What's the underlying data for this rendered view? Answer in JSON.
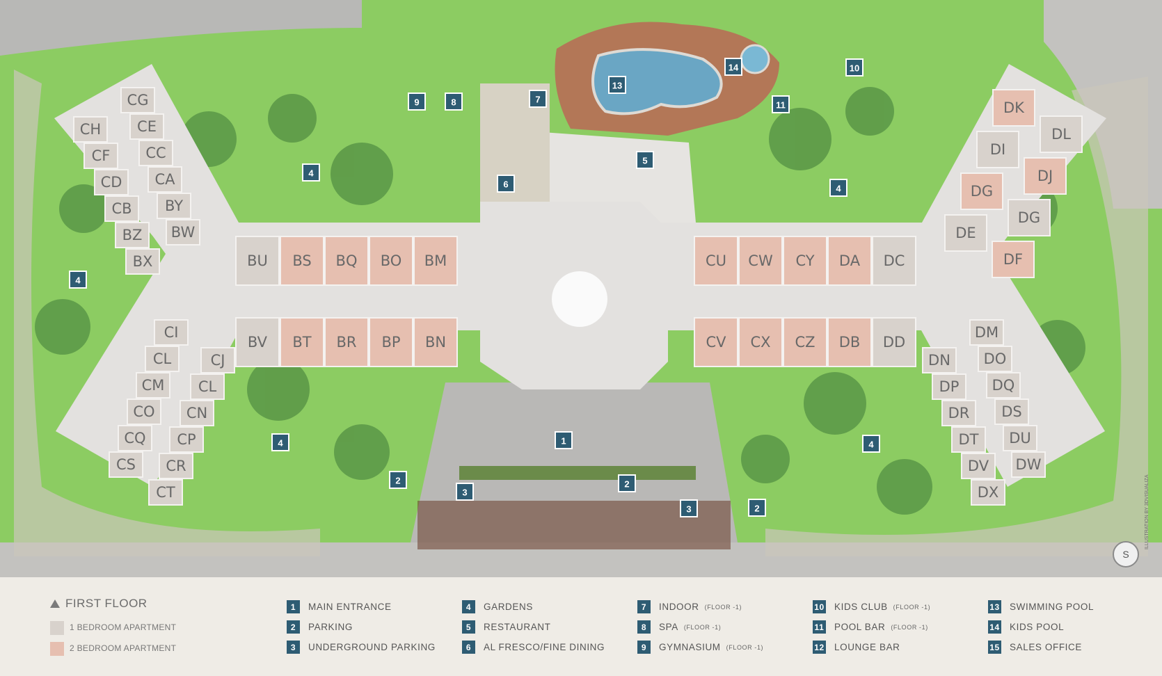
{
  "units": {
    "topleft": [
      "CG",
      "CE",
      "CC",
      "CA",
      "BY",
      "BW"
    ],
    "topleft2": [
      "CH",
      "CF",
      "CD",
      "CB",
      "BZ",
      "BX"
    ],
    "topmid_l": [
      "BU",
      "BS",
      "BQ",
      "BO",
      "BM"
    ],
    "botmid_l": [
      "BV",
      "BT",
      "BR",
      "BP",
      "BN"
    ],
    "botleft": [
      "CI",
      "CL",
      "CM",
      "CO",
      "CQ",
      "CS"
    ],
    "botleft2": [
      "CJ",
      "CL",
      "CN",
      "CP",
      "CR",
      "CT"
    ],
    "topmid_r": [
      "CU",
      "CW",
      "CY",
      "DA",
      "DC"
    ],
    "botmid_r": [
      "CV",
      "CX",
      "CZ",
      "DB",
      "DD"
    ],
    "topright": [
      "DK",
      "DI",
      "DG",
      "DE"
    ],
    "topright2": [
      "DL",
      "DJ",
      "DG",
      "DF"
    ],
    "botright": [
      "DM",
      "DO",
      "DQ",
      "DS",
      "DU",
      "DW"
    ],
    "botright2": [
      "DN",
      "DP",
      "DR",
      "DT",
      "DV",
      "DX"
    ]
  },
  "map_markers": [
    "1",
    "2",
    "2",
    "2",
    "3",
    "3",
    "4",
    "4",
    "4",
    "4",
    "4",
    "5",
    "6",
    "7",
    "8",
    "9",
    "10",
    "11",
    "13",
    "14"
  ],
  "colors": {
    "one_bed": "#d8d2cc",
    "two_bed": "#e6bfb0",
    "marker": "#2e5c73",
    "grass": "#7cc35a",
    "building": "#e1dfdd"
  },
  "legend": {
    "title": "FIRST FLOOR",
    "key_1": "1 BEDROOM APARTMENT",
    "key_2": "2 BEDROOM APARTMENT",
    "items": [
      {
        "n": "1",
        "label": "MAIN ENTRANCE",
        "floor": ""
      },
      {
        "n": "2",
        "label": "PARKING",
        "floor": ""
      },
      {
        "n": "3",
        "label": "UNDERGROUND PARKING",
        "floor": ""
      },
      {
        "n": "4",
        "label": "GARDENS",
        "floor": ""
      },
      {
        "n": "5",
        "label": "RESTAURANT",
        "floor": ""
      },
      {
        "n": "6",
        "label": "AL FRESCO/FINE DINING",
        "floor": ""
      },
      {
        "n": "7",
        "label": "INDOOR",
        "floor": "(FLOOR -1)"
      },
      {
        "n": "8",
        "label": "SPA",
        "floor": "(FLOOR -1)"
      },
      {
        "n": "9",
        "label": "GYMNASIUM",
        "floor": "(FLOOR -1)"
      },
      {
        "n": "10",
        "label": "KIDS CLUB",
        "floor": "(FLOOR -1)"
      },
      {
        "n": "11",
        "label": "POOL BAR",
        "floor": "(FLOOR -1)"
      },
      {
        "n": "12",
        "label": "LOUNGE BAR",
        "floor": ""
      },
      {
        "n": "13",
        "label": "SWIMMING POOL",
        "floor": ""
      },
      {
        "n": "14",
        "label": "KIDS POOL",
        "floor": ""
      },
      {
        "n": "15",
        "label": "SALES OFFICE",
        "floor": ""
      }
    ]
  },
  "credit": "ILLUSTRATION BY 3DVISUALIZA"
}
